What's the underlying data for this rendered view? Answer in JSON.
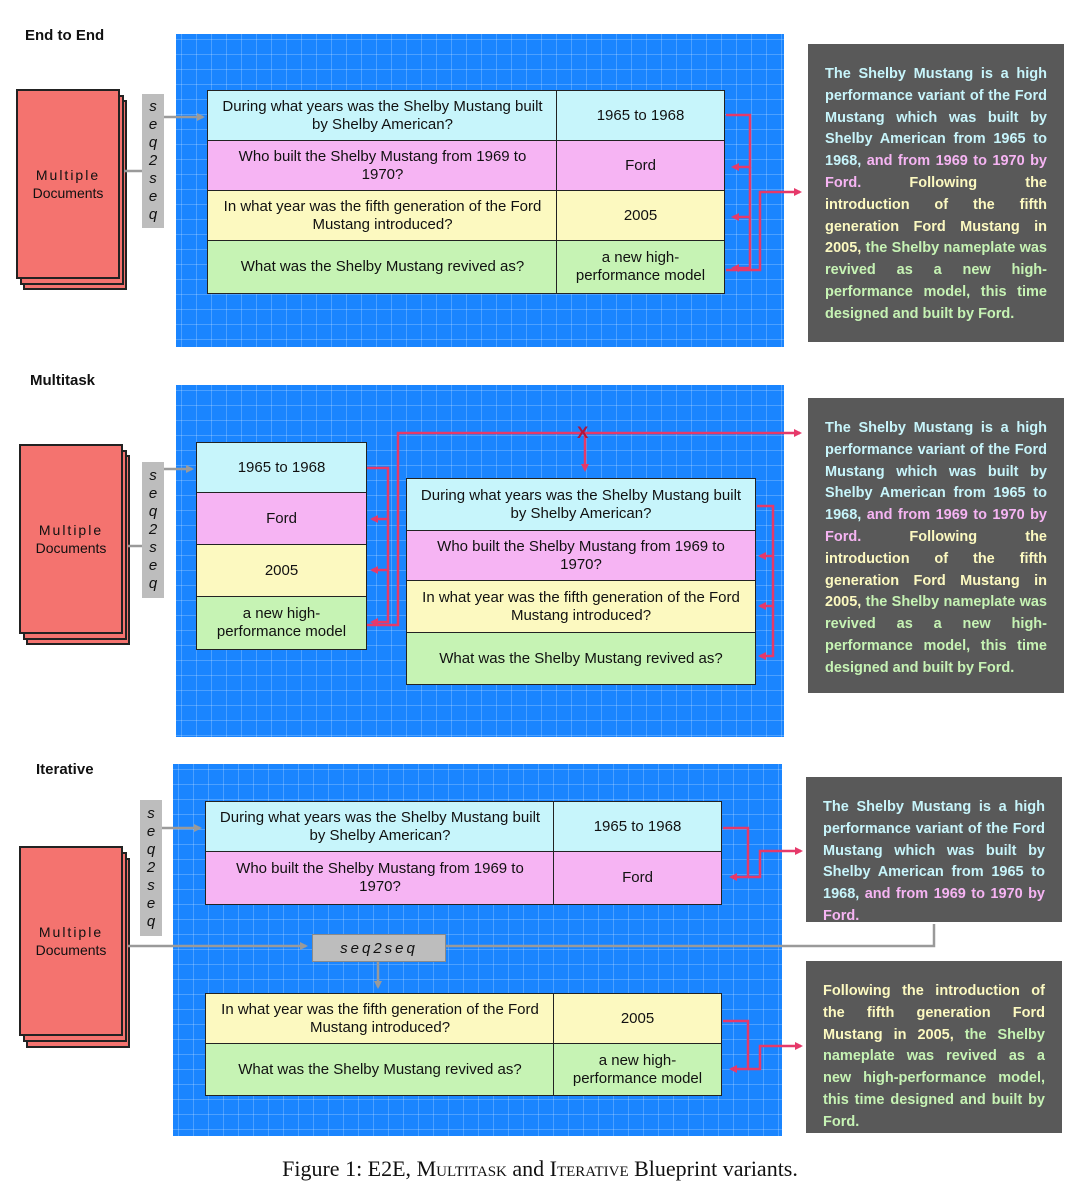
{
  "sections": {
    "e2e": {
      "title": "End to End",
      "docs": [
        "Multiple",
        "Documents"
      ],
      "seq_label": "seq2seq",
      "rows": [
        {
          "q": "During what years was the Shelby Mustang built by Shelby American?",
          "a": "1965 to 1968"
        },
        {
          "q": "Who built the Shelby Mustang from 1969 to 1970?",
          "a": "Ford"
        },
        {
          "q": "In what year was the fifth generation of the Ford Mustang introduced?",
          "a": "2005"
        },
        {
          "q": "What was the Shelby Mustang revived as?",
          "a": "a new high-performance model"
        }
      ],
      "summary": {
        "s1": "The Shelby Mustang is a high performance variant of the Ford Mustang which was built by Shelby American from 1965 to 1968,",
        "s2": " and from 1969 to 1970 by Ford.",
        "s3": " Following the introduction of the fifth generation Ford Mustang in 2005,",
        "s4": " the Shelby nameplate was revived as a new high-performance model, this time designed and built by Ford."
      }
    },
    "multitask": {
      "title": "Multitask",
      "docs": [
        "Multiple",
        "Documents"
      ],
      "seq_label": "seq2seq",
      "answers": [
        "1965 to 1968",
        "Ford",
        "2005",
        "a new high-performance model"
      ],
      "questions": [
        "During what years was the Shelby Mustang built by Shelby American?",
        "Who built the Shelby Mustang from 1969 to 1970?",
        "In what year was the fifth generation of the Ford Mustang introduced?",
        "What was the Shelby Mustang revived as?"
      ],
      "cross_mark": "X",
      "summary": {
        "s1": "The Shelby Mustang is a high performance variant of the Ford Mustang which was built by Shelby American from 1965 to 1968,",
        "s2": " and from 1969 to 1970 by Ford.",
        "s3": " Following the introduction of the fifth generation Ford Mustang in 2005,",
        "s4": " the Shelby nameplate was revived as a new high-performance model, this time designed and built by Ford."
      }
    },
    "iterative": {
      "title": "Iterative",
      "docs": [
        "Multiple",
        "Documents"
      ],
      "seq_label": "seq2seq",
      "seq_label_mid": "seq2seq",
      "rows_top": [
        {
          "q": "During what years was the Shelby Mustang built by Shelby American?",
          "a": "1965 to 1968"
        },
        {
          "q": "Who built the Shelby Mustang from 1969 to 1970?",
          "a": "Ford"
        }
      ],
      "rows_bottom": [
        {
          "q": "In what year was the fifth generation of the Ford Mustang introduced?",
          "a": "2005"
        },
        {
          "q": "What was the Shelby Mustang revived as?",
          "a": "a new high-performance model"
        }
      ],
      "summary_top": {
        "s1": "The Shelby Mustang is a high performance variant of the Ford Mustang which was built by Shelby American from 1965 to 1968,",
        "s2": " and from 1969 to 1970 by Ford."
      },
      "summary_bottom": {
        "s1": "Following the introduction of the fifth generation Ford Mustang in 2005,",
        "s2": " the Shelby nameplate was revived as a new high-performance model, this time designed and built by Ford."
      }
    }
  },
  "caption": {
    "prefix": "Figure 1: E2E, ",
    "multitask": "Multitask",
    "and": " and ",
    "iterative": "Iterative",
    "suffix": " Blueprint variants."
  },
  "colors": {
    "panel": "#1a85ff",
    "arrow": "#e6396a",
    "cyan": "#c7f5fb",
    "pink": "#f6b4f3",
    "yellow": "#fcf9c0",
    "green": "#c6f3b4",
    "document": "#f4736f",
    "summary_bg": "#595959"
  }
}
